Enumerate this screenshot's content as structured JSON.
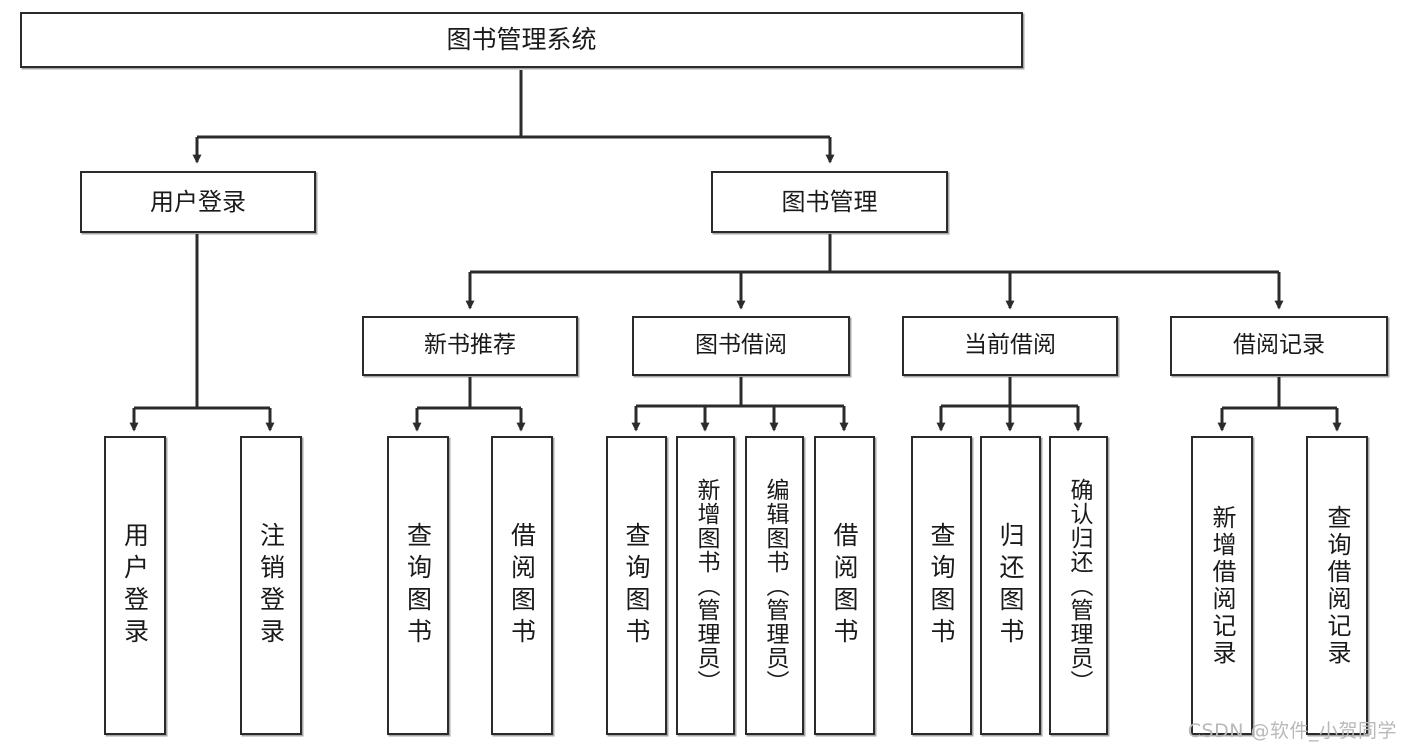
{
  "diagram": {
    "title": "图书管理系统",
    "type": "tree-hierarchy-chart",
    "watermark": "CSDN @软件_小贺同学",
    "colors": {
      "border": "#2b2b2b",
      "background": "#ffffff",
      "text": "#1a1a1a",
      "connector": "#2b2b2b",
      "watermark": "#b9b9b9"
    },
    "root": {
      "label": "图书管理系统"
    },
    "level2": [
      {
        "label": "用户登录"
      },
      {
        "label": "图书管理"
      }
    ],
    "level3": [
      {
        "label": "新书推荐"
      },
      {
        "label": "图书借阅"
      },
      {
        "label": "当前借阅"
      },
      {
        "label": "借阅记录"
      }
    ],
    "leaves": [
      {
        "label": "用户登录"
      },
      {
        "label": "注销登录"
      },
      {
        "label": "查询图书"
      },
      {
        "label": "借阅图书"
      },
      {
        "label": "查询图书"
      },
      {
        "label": "新增图书（管理员）"
      },
      {
        "label": "编辑图书（管理员）"
      },
      {
        "label": "借阅图书"
      },
      {
        "label": "查询图书"
      },
      {
        "label": "归还图书"
      },
      {
        "label": "确认归还（管理员）"
      },
      {
        "label": "新增借阅记录"
      },
      {
        "label": "查询借阅记录"
      }
    ]
  }
}
